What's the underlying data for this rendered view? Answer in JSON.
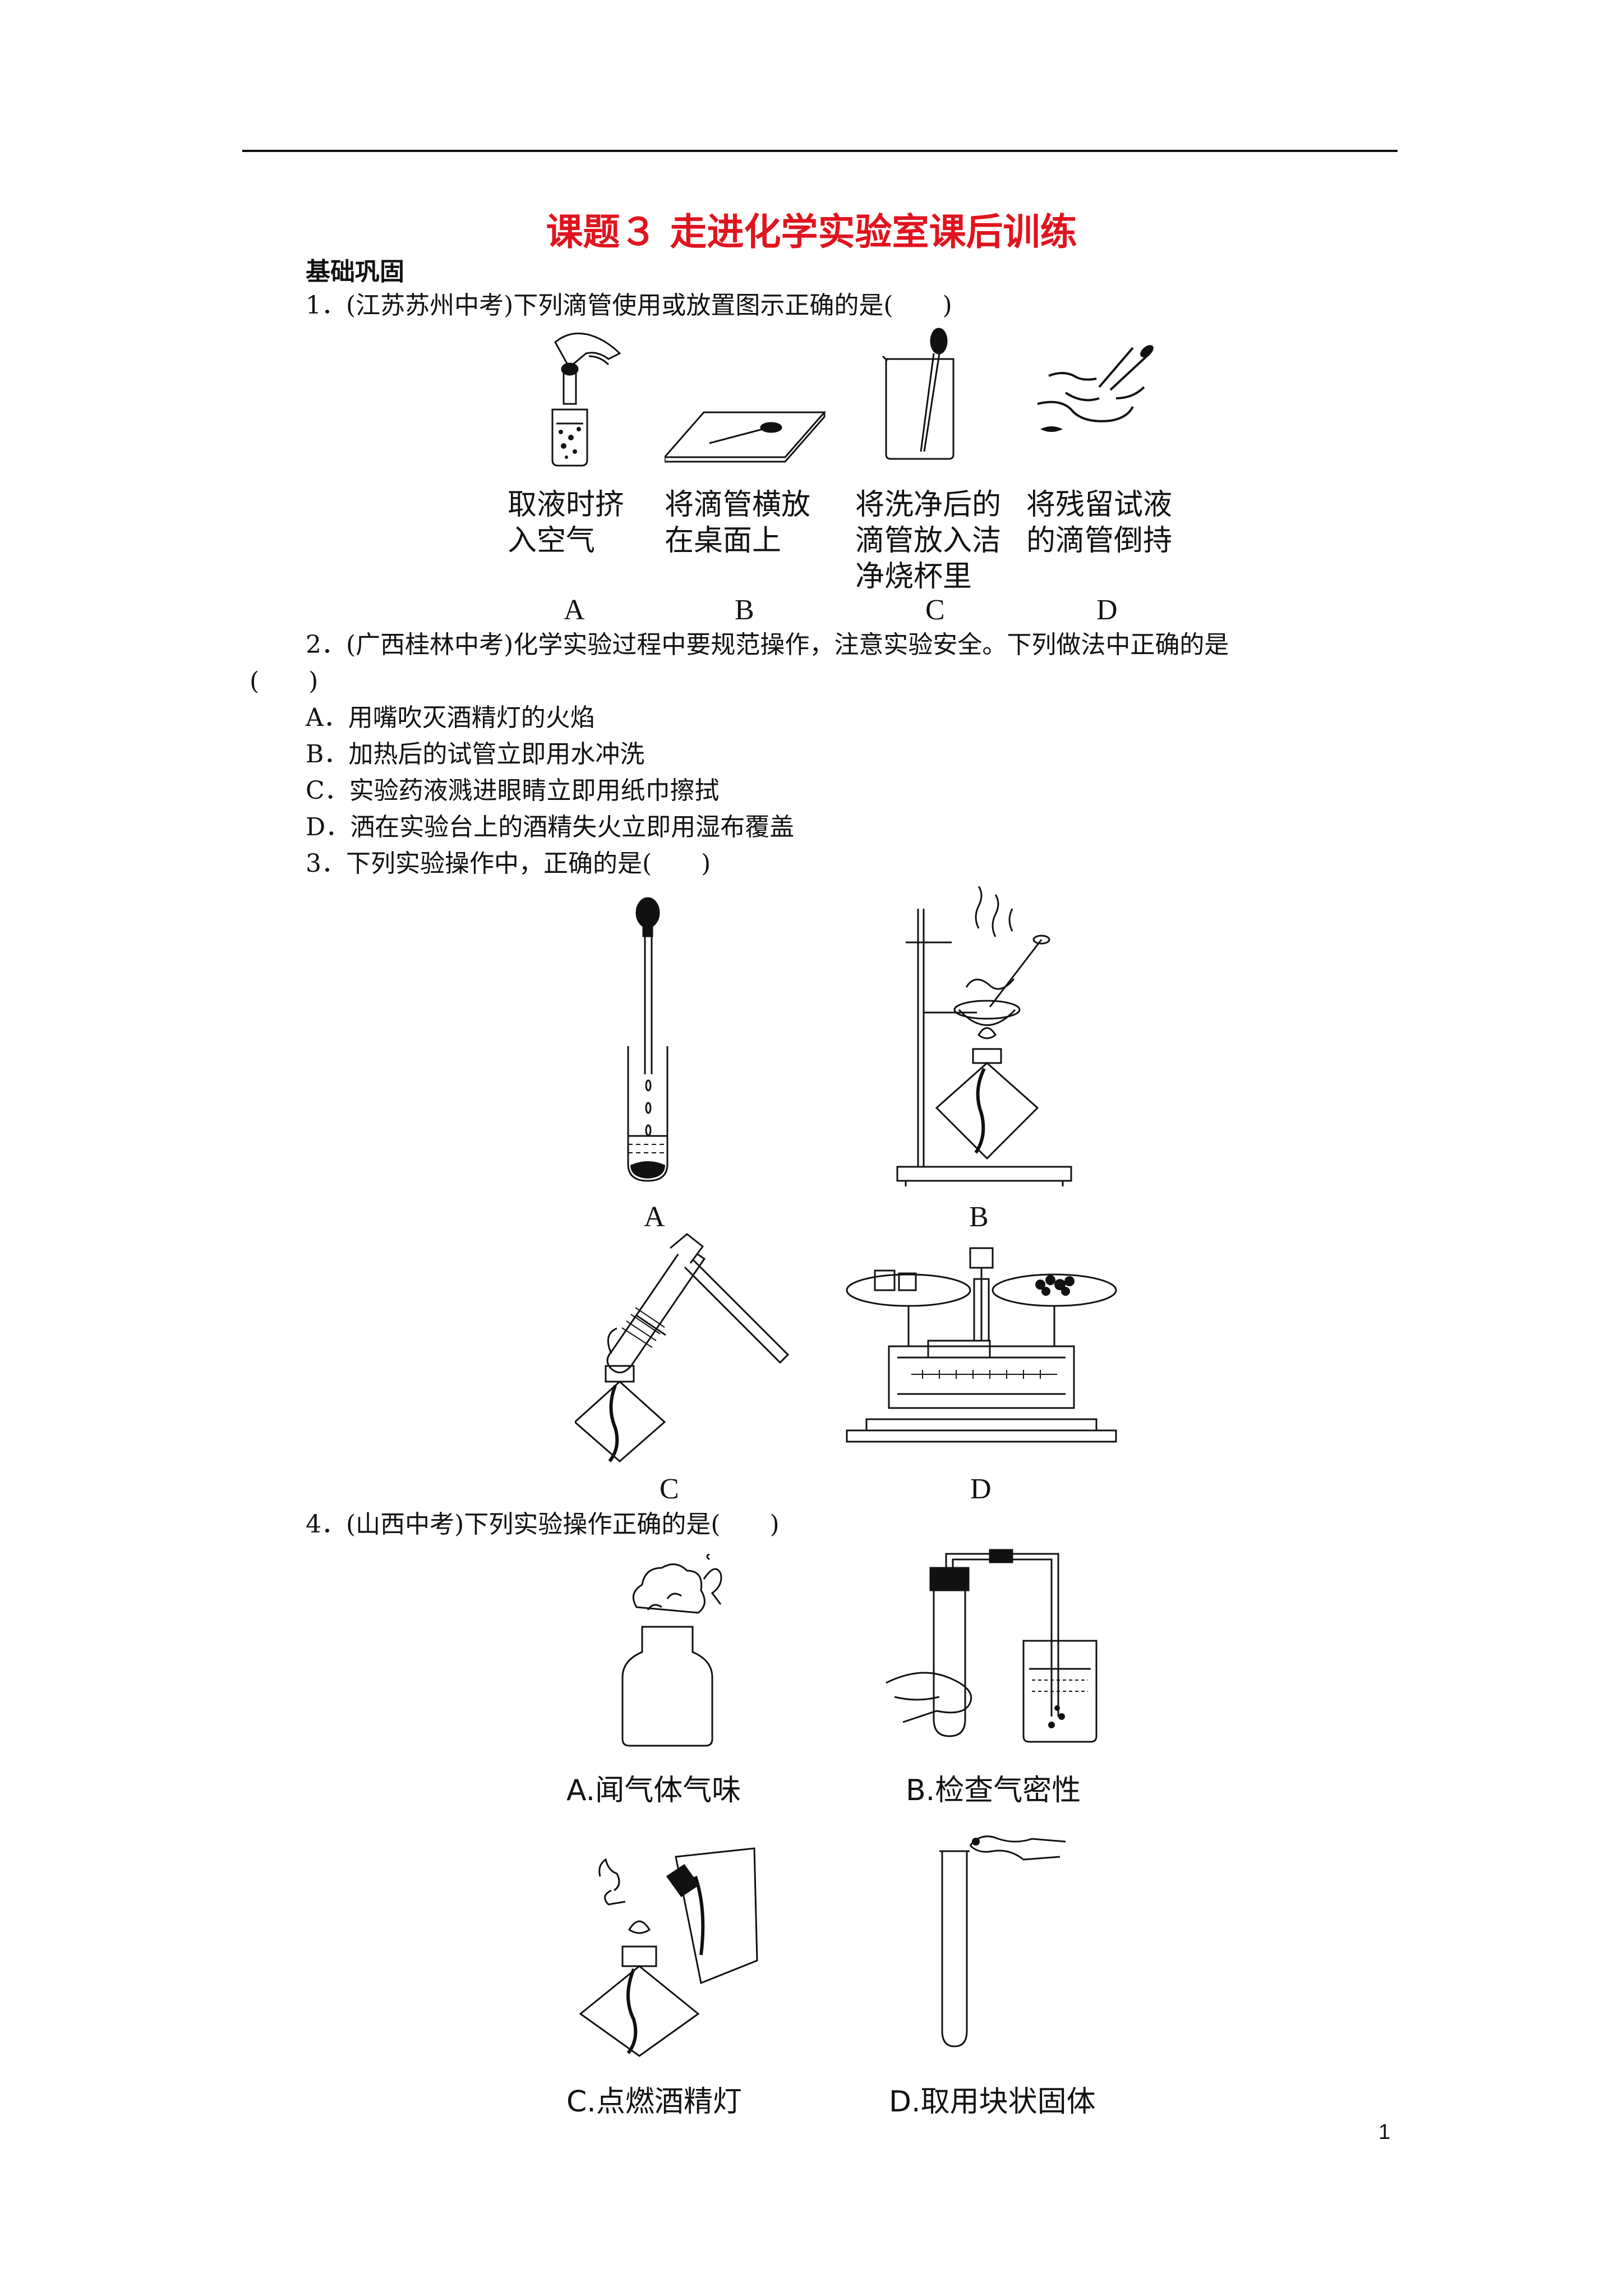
{
  "title": "课题３ 走进化学实验室课后训练",
  "section": "基础巩固",
  "q1": {
    "stem": "1．(江苏苏州中考)下列滴管使用或放置图示正确的是(　　)",
    "options": [
      {
        "caption_l1": "取液时挤",
        "caption_l2": "入空气",
        "caption_l3": "",
        "letter": "A"
      },
      {
        "caption_l1": "将滴管横放",
        "caption_l2": "在桌面上",
        "caption_l3": "",
        "letter": "B"
      },
      {
        "caption_l1": "将洗净后的",
        "caption_l2": "滴管放入洁",
        "caption_l3": "净烧杯里",
        "letter": "C"
      },
      {
        "caption_l1": "将残留试液",
        "caption_l2": "的滴管倒持",
        "caption_l3": "",
        "letter": "D"
      }
    ]
  },
  "q2": {
    "stem_l1": "2．(广西桂林中考)化学实验过程中要规范操作，注意实验安全。下列做法中正确的是",
    "stem_l2": "(　　)",
    "options": [
      "A．用嘴吹灭酒精灯的火焰",
      "B．加热后的试管立即用水冲洗",
      "C．实验药液溅进眼睛立即用纸巾擦拭",
      "D．洒在实验台上的酒精失火立即用湿布覆盖"
    ]
  },
  "q3": {
    "stem": "3．下列实验操作中，正确的是(　　)",
    "letters": [
      "A",
      "B",
      "C",
      "D"
    ]
  },
  "q4": {
    "stem": "4．(山西中考)下列实验操作正确的是(　　)",
    "captions": [
      "A.闻气体气味",
      "B.检查气密性",
      "C.点燃酒精灯",
      "D.取用块状固体"
    ]
  },
  "page_number": "1"
}
